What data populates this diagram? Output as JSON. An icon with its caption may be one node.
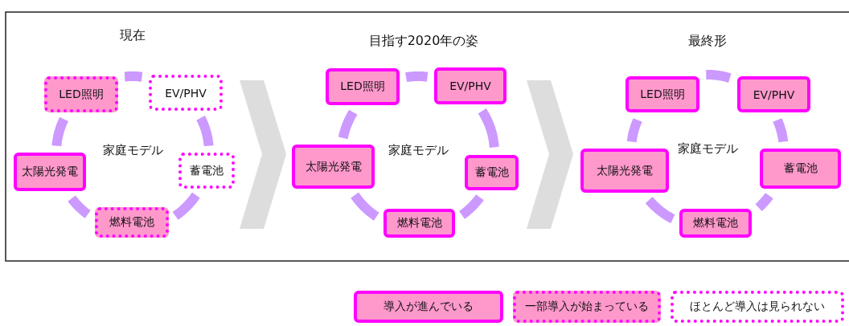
{
  "diagram": {
    "nodes": [
      {
        "text": [
          "家庭モデル"
        ]
      },
      {
        "text": [
          "LED照明"
        ]
      },
      {
        "text": [
          "EV/PHV"
        ]
      },
      {
        "text": [
          "太陽光発電"
        ]
      },
      {
        "text": [
          "蓄電池"
        ]
      },
      {
        "text": [
          "燃料電池"
        ]
      },
      {
        "text": [
          "家庭モデル"
        ]
      },
      {
        "text": [
          "LED照明"
        ]
      },
      {
        "text": [
          "EV/PHV"
        ]
      },
      {
        "text": [
          "太陽光発電"
        ]
      },
      {
        "text": [
          "蓄電池"
        ]
      },
      {
        "text": [
          "燃料電池"
        ]
      },
      {
        "text": [
          "家庭モデル"
        ]
      },
      {
        "text": [
          "LED照明"
        ]
      },
      {
        "text": [
          "EV/PHV"
        ]
      },
      {
        "text": [
          "太陽光発電"
        ]
      },
      {
        "text": [
          "蓄電池"
        ]
      },
      {
        "text": [
          "燃料電池"
        ]
      }
    ],
    "labels": [
      "現在",
      "目指す2020年の姿",
      "最終形"
    ],
    "legend": [
      {
        "text": "導入が進んでいる"
      },
      {
        "text": "一部導入が始まっている"
      },
      {
        "text": "ほとんど導入は見られない"
      }
    ]
  }
}
